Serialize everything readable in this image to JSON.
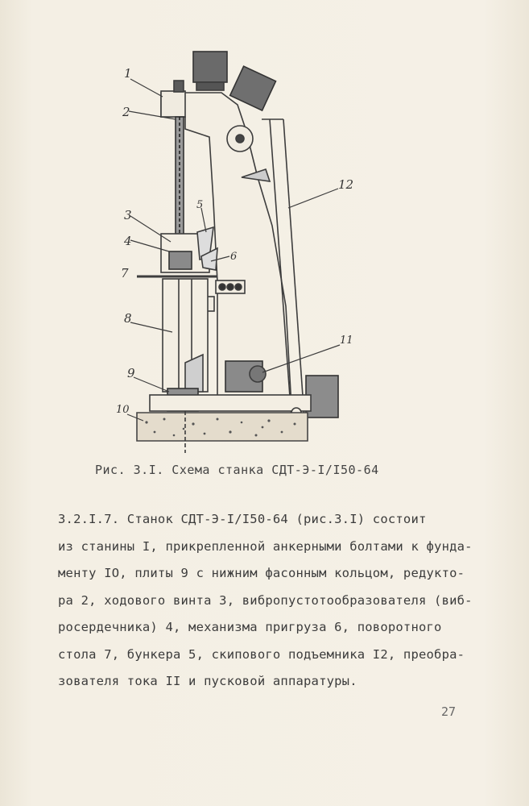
{
  "figure": {
    "callouts": [
      "1",
      "2",
      "3",
      "4",
      "5",
      "6",
      "7",
      "8",
      "9",
      "10",
      "11",
      "12"
    ],
    "gauge_digits": [
      "0",
      "0",
      "0"
    ]
  },
  "caption": "Рис. 3.І. Схема станка СДТ-Э-І/І50-64",
  "paragraph": {
    "lines": [
      "3.2.І.7. Станок СДТ-Э-І/І50-64 (рис.3.І) состоит",
      "из станины І, прикрепленной анкерными болтами к фунда-",
      "менту ІО, плиты 9 с нижним фасонным кольцом, редукто-",
      "ра 2, ходового винта 3, вибропустотообразователя (виб-",
      "росердечника) 4, механизма пригруза 6, поворотного",
      "стола 7, бункера 5, скипового подъемника І2, преобра-",
      "зователя тока ІІ и пусковой аппаратуры."
    ]
  },
  "page_number": "27"
}
